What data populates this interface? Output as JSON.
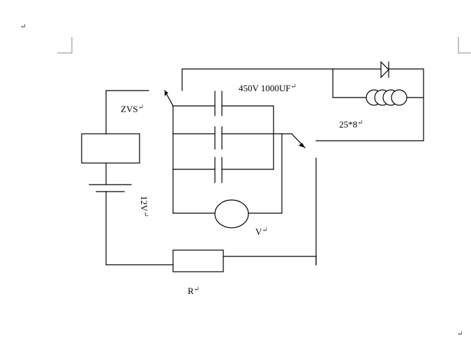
{
  "diagram": {
    "labels": {
      "zvs": "ZVS",
      "capacitor": "450V 1000UF",
      "coil": "25*8",
      "voltage_source": "12V",
      "meter": "V",
      "resistor": "R"
    },
    "paragraph_mark": "↵",
    "colors": {
      "line": "#000000",
      "margin_mark": "#888888",
      "background": "#ffffff"
    }
  }
}
